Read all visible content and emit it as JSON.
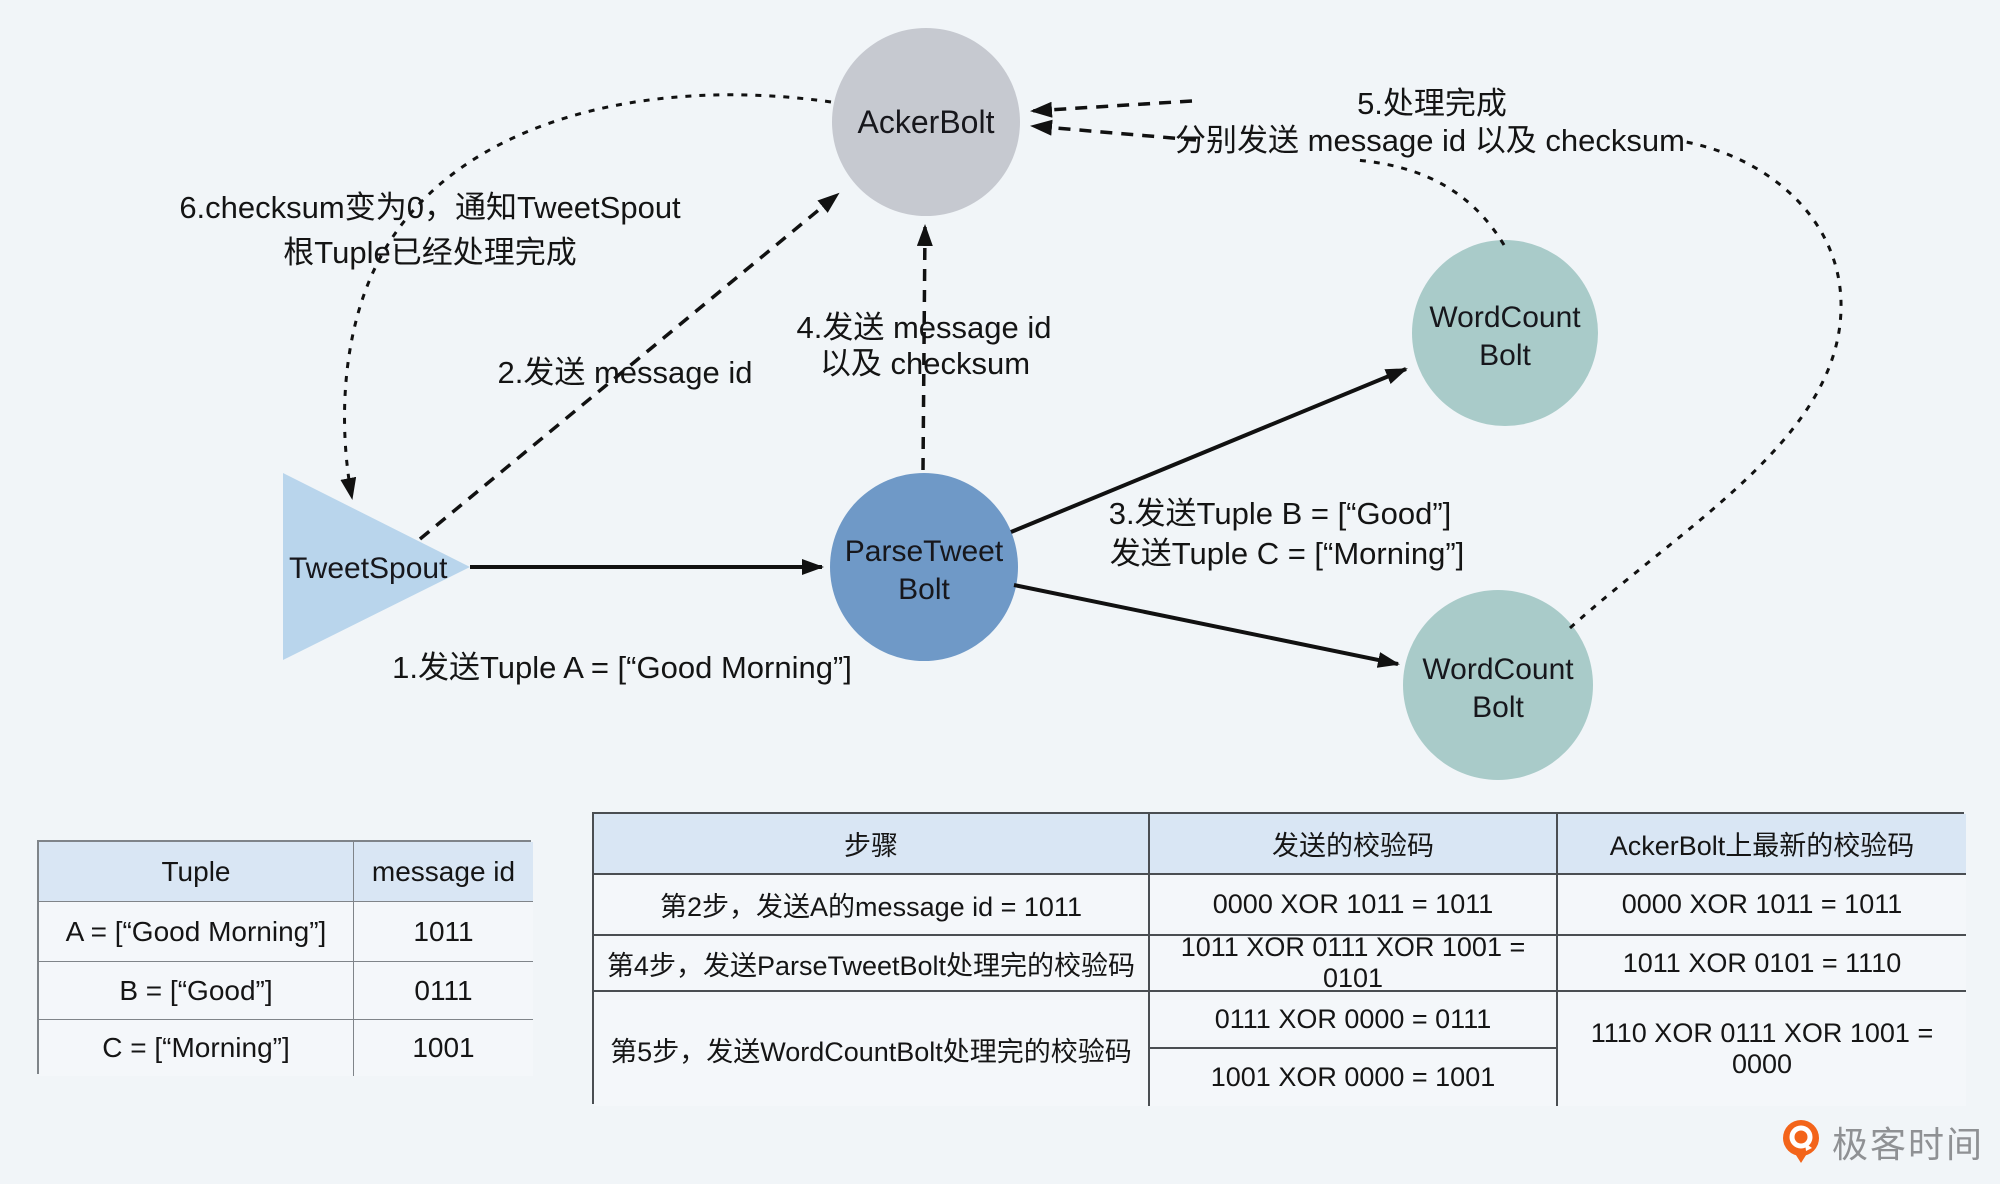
{
  "diagram": {
    "nodes": {
      "tweet_spout": {
        "label": "TweetSpout"
      },
      "parse_tweet_bolt": {
        "line1": "ParseTweet",
        "line2": "Bolt"
      },
      "acker_bolt": {
        "label": "AckerBolt"
      },
      "word_count_bolt_top": {
        "line1": "WordCount",
        "line2": "Bolt"
      },
      "word_count_bolt_bottom": {
        "line1": "WordCount",
        "line2": "Bolt"
      }
    },
    "steps": {
      "step1": "1.发送Tuple A = [“Good Morning”]",
      "step2": "2.发送 message id",
      "step3_line1": "3.发送Tuple B = [“Good”]",
      "step3_line2": "发送Tuple C = [“Morning”]",
      "step4_line1": "4.发送 message id",
      "step4_line2": "以及 checksum",
      "step5_line1": "5.处理完成",
      "step5_line2": "分别发送 message id 以及 checksum",
      "step6_line1": "6.checksum变为0，通知TweetSpout",
      "step6_line2": "根Tuple已经处理完成"
    },
    "colors": {
      "background": "#f1f5f8",
      "tweet_spout_fill": "#b9d5ec",
      "parse_tweet_fill": "#6f99c7",
      "acker_fill": "#c6c9d0",
      "word_count_fill": "#a9cbc9",
      "table_header_fill": "#d9e6f4",
      "line_color": "#111111",
      "logo_orange": "#f3641a"
    }
  },
  "tuple_table": {
    "headers": {
      "tuple": "Tuple",
      "message_id": "message id"
    },
    "rows": [
      {
        "tuple": "A = [“Good Morning”]",
        "message_id": "1011"
      },
      {
        "tuple": "B = [“Good”]",
        "message_id": "0111"
      },
      {
        "tuple": "C = [“Morning”]",
        "message_id": "1001"
      }
    ]
  },
  "checksum_table": {
    "headers": {
      "step": "步骤",
      "sent": "发送的校验码",
      "latest": "AckerBolt上最新的校验码"
    },
    "row1": {
      "step": "第2步，发送A的message id = 1011",
      "sent": "0000 XOR 1011 = 1011",
      "latest": "0000 XOR 1011 = 1011"
    },
    "row2": {
      "step": "第4步，发送ParseTweetBolt处理完的校验码",
      "sent": "1011 XOR 0111 XOR 1001 = 0101",
      "latest": "1011 XOR 0101 = 1110"
    },
    "row3": {
      "step": "第5步，发送WordCountBolt处理完的校验码",
      "sent_sub1": "0111 XOR 0000 = 0111",
      "sent_sub2": "1001 XOR 0000 = 1001",
      "latest": "1110 XOR 0111 XOR 1001 =  0000"
    }
  },
  "branding": {
    "logo_text": "极客时间"
  }
}
